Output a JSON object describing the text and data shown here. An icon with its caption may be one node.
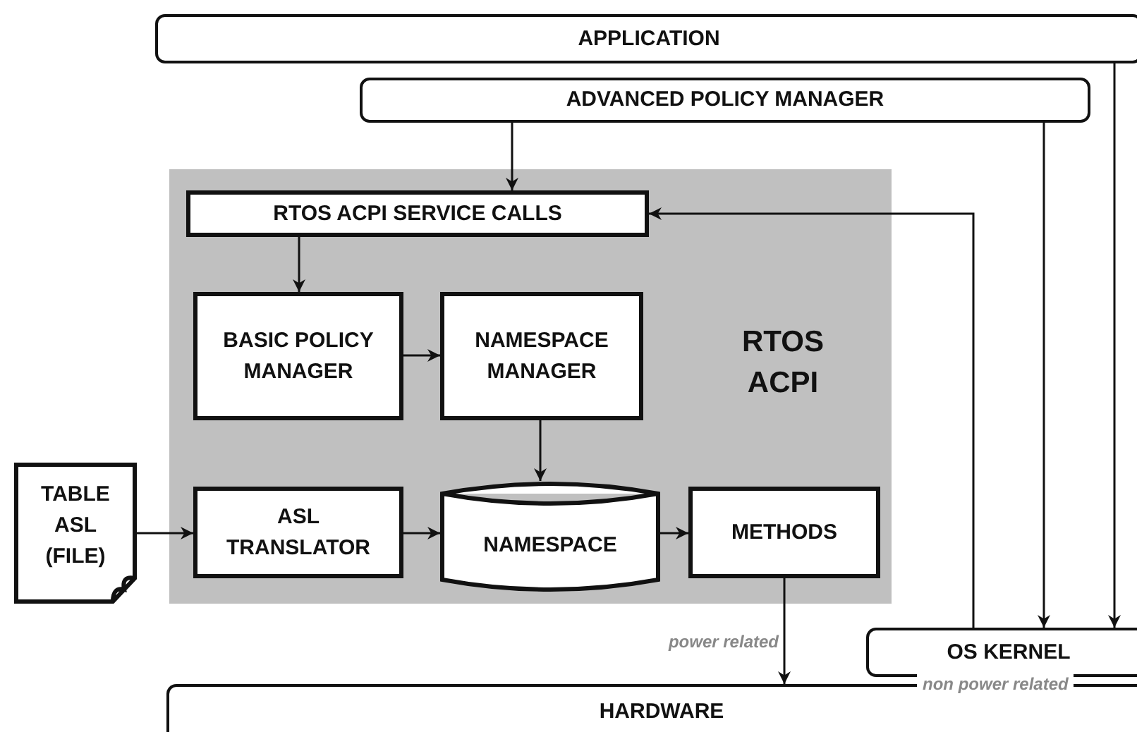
{
  "diagram": {
    "nodes": [
      {
        "text": [
          "APPLICATION"
        ]
      },
      {
        "text": [
          "ADVANCED POLICY MANAGER"
        ]
      },
      {
        "text": [
          "RTOS ACPI"
        ]
      },
      {
        "text": [
          "RTOS ACPI SERVICE CALLS"
        ],
        "in": 2
      },
      {
        "text": [
          "BASIC POLICY MANAGER"
        ],
        "in": 2
      },
      {
        "text": [
          "NAMESPACE MANAGER"
        ],
        "in": 2
      },
      {
        "text": [
          "TABLE ASL (FILE)"
        ]
      },
      {
        "text": [
          "ASL TRANSLATOR"
        ],
        "in": 2
      },
      {
        "text": [
          "NAMESPACE"
        ],
        "in": 2
      },
      {
        "text": [
          "METHODS"
        ],
        "in": 2
      },
      {
        "text": [
          "OS KERNEL"
        ],
        "beside": [
          "non power related"
        ]
      },
      {
        "text": [
          "HARDWARE"
        ]
      }
    ],
    "edges": [
      {
        "from": 1,
        "to": 3,
        "arrow": "to"
      },
      {
        "from": 10,
        "to": 3,
        "arrow": "to"
      },
      {
        "from": 1,
        "to": 10,
        "arrow": "to"
      },
      {
        "from": 0,
        "to": 10,
        "arrow": "to"
      },
      {
        "from": 3,
        "to": 4,
        "arrow": "to"
      },
      {
        "from": 4,
        "to": 5,
        "arrow": "to"
      },
      {
        "from": 5,
        "to": 8,
        "arrow": "to"
      },
      {
        "from": 6,
        "to": 7,
        "arrow": "to"
      },
      {
        "from": 7,
        "to": 8,
        "arrow": "to"
      },
      {
        "from": 8,
        "to": 9,
        "arrow": "to"
      },
      {
        "from": 9,
        "to": 11,
        "arrow": "to",
        "label": "power related"
      }
    ]
  }
}
